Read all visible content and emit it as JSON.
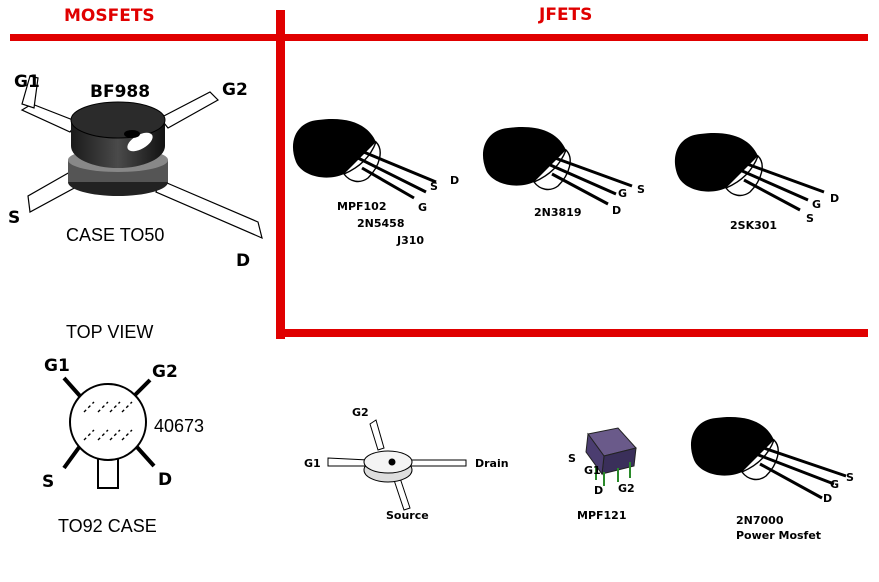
{
  "headers": {
    "mosfets": "MOSFETS",
    "jfets": "JFETS"
  },
  "bf988": {
    "part": "BF988",
    "case": "CASE TO50",
    "pins": {
      "g1": "G1",
      "g2": "G2",
      "s": "S",
      "d": "D"
    }
  },
  "to92": {
    "view": "TOP VIEW",
    "part": "40673",
    "case": "TO92 CASE",
    "pins": {
      "g1": "G1",
      "g2": "G2",
      "s": "S",
      "d": "D"
    }
  },
  "jfet1": {
    "parts": [
      "MPF102",
      "2N5458",
      "J310"
    ],
    "pins": {
      "s": "S",
      "d": "D",
      "g": "G"
    }
  },
  "jfet2": {
    "part": "2N3819",
    "pins": {
      "g": "G",
      "s": "S",
      "d": "D"
    }
  },
  "jfet3": {
    "part": "2SK301",
    "pins": {
      "d": "D",
      "g": "G",
      "s": "S"
    }
  },
  "cross_fet": {
    "pins": {
      "g2": "G2",
      "g1": "G1",
      "drain": "Drain",
      "source": "Source"
    }
  },
  "mpf121": {
    "part": "MPF121",
    "pins": {
      "s": "S",
      "g1": "G1",
      "d": "D",
      "g2": "G2"
    }
  },
  "n7000": {
    "part": "2N7000",
    "desc": "Power Mosfet",
    "pins": {
      "s": "S",
      "g": "G",
      "d": "D"
    }
  },
  "colors": {
    "divider": "#e00000",
    "header": "#e00000"
  }
}
